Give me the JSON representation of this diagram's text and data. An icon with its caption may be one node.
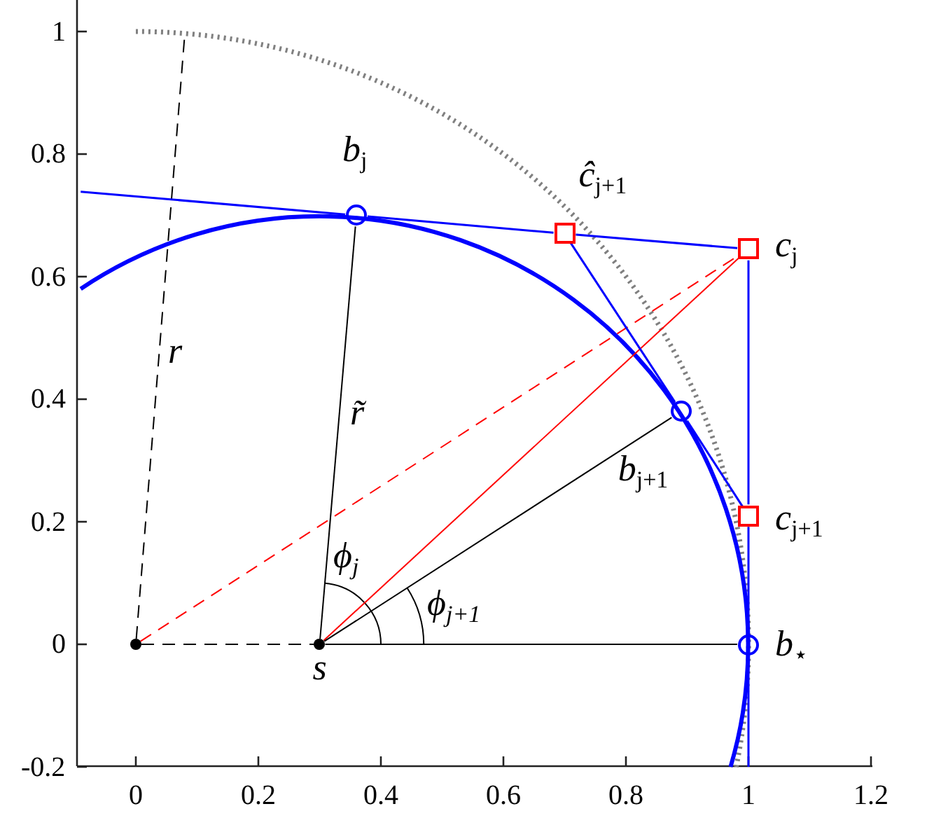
{
  "diagram": {
    "nodes": [
      {
        "text": [
          "*b*$_{j}$"
        ]
      },
      {
        "text": [
          "*ĉ*$_{j+1}$"
        ]
      },
      {
        "text": [
          "*c*$_{j}$"
        ]
      },
      {
        "text": [
          "*b*$_{j+1}$"
        ]
      },
      {
        "text": [
          "*c*$_{j+1}$"
        ]
      },
      {
        "text": [
          "*b*$_{⋆}$"
        ]
      },
      {
        "text": [
          "s"
        ]
      },
      {
        "text": [],
        "shape": "circle"
      }
    ],
    "edges": [
      {
        "from": 7,
        "to": 6,
        "arrow": "none",
        "style": "dashed",
        "color": "#000000"
      },
      {
        "from": 7,
        "to": null,
        "arrow": "none",
        "style": "dashed",
        "color": "#000000"
      },
      {
        "from": 7,
        "to": 2,
        "arrow": "none",
        "style": "dashed",
        "color": "#ff0000"
      },
      {
        "from": 6,
        "to": 0,
        "arrow": "none",
        "color": "#000000"
      },
      {
        "from": 6,
        "to": 2,
        "arrow": "none",
        "color": "#ff0000"
      },
      {
        "from": 6,
        "to": 3,
        "arrow": "none",
        "color": "#000000"
      },
      {
        "from": 6,
        "to": 5,
        "arrow": "none",
        "color": "#000000"
      },
      {
        "from": null,
        "to": 0,
        "arrow": "none"
      },
      {
        "from": 0,
        "to": 1,
        "arrow": "none"
      },
      {
        "from": 1,
        "to": 2,
        "arrow": "none"
      },
      {
        "from": 2,
        "to": 4,
        "arrow": "none"
      },
      {
        "from": 4,
        "to": 5,
        "arrow": "none"
      },
      {
        "from": 5,
        "to": null,
        "arrow": "none"
      },
      {
        "from": 1,
        "to": 3,
        "arrow": "none"
      },
      {
        "from": 3,
        "to": 4,
        "arrow": "none"
      }
    ],
    "labels": [
      "1",
      "0.8",
      "0.6",
      "0.4",
      "0.2",
      "0",
      "-0.2",
      "r",
      "r̃",
      "ϕ$_{j}$",
      "ϕ$_{j+1}$",
      "0",
      "0.2",
      "0.4",
      "0.6",
      "0.8",
      "1",
      "1.2"
    ]
  }
}
